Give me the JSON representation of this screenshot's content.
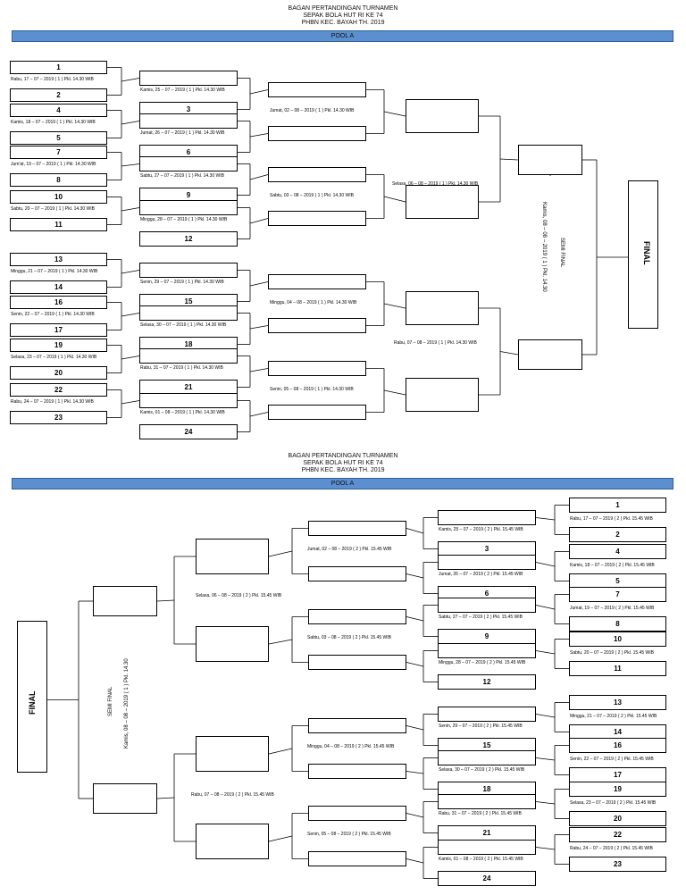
{
  "header_top": {
    "line1": "BAGAN PERTANDINGAN TURNAMEN",
    "line2": "SEPAK BOLA HUT RI KE 74",
    "line3": "PHBN KEC. BAYAH TH. 2019",
    "pool": "POOL A"
  },
  "header_bottom": {
    "line1": "BAGAN PERTANDINGAN TURNAMEN",
    "line2": "SEPAK BOLA HUT RI KE 74",
    "line3": "PHBN KEC. BAYAH TH. 2019",
    "pool": "POOL A"
  },
  "top": {
    "round1": [
      {
        "a": "1",
        "b": "2",
        "date": "Rabu, 17 – 07 – 2019 ( 1 ) Pkl. 14.30 WIB"
      },
      {
        "a": "4",
        "b": "5",
        "date": "Kamis, 18 – 07 – 2019 ( 1 ) Pkl. 14.30 WIB"
      },
      {
        "a": "7",
        "b": "8",
        "date": "Jum'at, 19 – 07 – 2019 ( 1 ) Pkl. 14.30 WIB"
      },
      {
        "a": "10",
        "b": "11",
        "date": "Sabtu, 20 – 07 – 2019 ( 1 ) Pkl. 14.30 WIB"
      },
      {
        "a": "13",
        "b": "14",
        "date": "Minggu, 21 – 07 – 2019 ( 1 ) Pkl. 14.30 WIB"
      },
      {
        "a": "16",
        "b": "17",
        "date": "Senin, 22 – 07 – 2019 ( 1 ) Pkl. 14.30 WIB"
      },
      {
        "a": "19",
        "b": "20",
        "date": "Selasa, 23 – 07 – 2019 ( 1 ) Pkl. 14.30 WIB"
      },
      {
        "a": "22",
        "b": "23",
        "date": "Rabu, 24 – 07 – 2019 ( 1 ) Pkl. 14.30 WIB"
      }
    ],
    "round2": [
      {
        "n": "3",
        "date": "Kamis, 25 – 07 – 2019 ( 1 ) Pkl. 14.30 WIB"
      },
      {
        "n": "6",
        "date": "Jumat, 26 – 07 – 2019 ( 1 ) Pkl. 14.30 WIB"
      },
      {
        "n": "9",
        "date": "Sabtu, 27 – 07 – 2019 ( 1 ) Pkl. 14.30 WIB"
      },
      {
        "n": "12",
        "date": "Minggu, 28 – 07 – 2019 ( 1 ) Pkl. 14.30 WIB"
      },
      {
        "n": "15",
        "date": "Senin, 29 – 07 – 2019 ( 1 ) Pkl. 14.30 WIB"
      },
      {
        "n": "18",
        "date": "Selasa, 30 – 07 – 2019 ( 1 ) Pkl. 14.30 WIB"
      },
      {
        "n": "21",
        "date": "Rabu, 31 – 07 – 2019 ( 1 ) Pkl. 14.30 WIB"
      },
      {
        "n": "24",
        "date": "Kamis, 01 – 08 – 2019 ( 1 ) Pkl. 14.30 WIB"
      }
    ],
    "round3": [
      "Jumat, 02 – 08 – 2019 ( 1 ) Pkl. 14.30 WIB",
      "Sabtu, 03 – 08 – 2019 ( 1 ) Pkl. 14.30 WIB",
      "Minggu, 04 – 08 – 2019 ( 1 ) Pkl. 14.30 WIB",
      "Senin, 05 – 08 – 2019 ( 1 ) Pkl. 14.30 WIB"
    ],
    "round4": [
      "Selasa, 06 – 08 – 2019 ( 1 ) Pkl. 14.30 WIB",
      "Rabu, 07 – 08 – 2019 ( 1 ) Pkl. 14.30 WIB"
    ],
    "semi_label": "SEMI FINAL",
    "semi_date": "Kamis, 08 – 08 – 2019 ( 1 ) Pkl. 14.30",
    "final": "FINAL"
  },
  "bottom": {
    "round1": [
      {
        "a": "1",
        "b": "2",
        "date": "Rabu, 17 – 07 – 2019 ( 2 ) Pkl. 15.45 WIB"
      },
      {
        "a": "4",
        "b": "5",
        "date": "Kamis, 18 – 07 – 2019 ( 2 ) Pkl. 15.45 WIB"
      },
      {
        "a": "7",
        "b": "8",
        "date": "Jumat, 19 – 07 – 2019 ( 2 ) Pkl. 15.45 WIB"
      },
      {
        "a": "10",
        "b": "11",
        "date": "Sabtu, 20 – 07 – 2019 ( 2 ) Pkl. 15.45 WIB"
      },
      {
        "a": "13",
        "b": "14",
        "date": "Minggu, 21 – 07 – 2019 ( 2 ) Pkl. 15.45 WIB"
      },
      {
        "a": "16",
        "b": "17",
        "date": "Senin, 22 – 07 – 2019 ( 2 ) Pkl. 15.45 WIB"
      },
      {
        "a": "19",
        "b": "20",
        "date": "Selasa, 23 – 07 – 2019 ( 2 ) Pkl. 15.45 WIB"
      },
      {
        "a": "22",
        "b": "23",
        "date": "Rabu, 24 – 07 – 2019 ( 2 ) Pkl. 15.45 WIB"
      }
    ],
    "round2": [
      {
        "n": "3",
        "date": "Kamis, 25 – 07 – 2019 ( 2 ) Pkl. 15.45 WIB"
      },
      {
        "n": "6",
        "date": "Jumat, 26 – 07 – 2019 ( 2 ) Pkl. 15.45 WIB"
      },
      {
        "n": "9",
        "date": "Sabtu, 27 – 07 – 2019 ( 2 ) Pkl. 15.45 WIB"
      },
      {
        "n": "12",
        "date": "Minggu, 28 – 07 – 2019 ( 2 ) Pkl. 15.45 WIB"
      },
      {
        "n": "15",
        "date": "Senin, 29 – 07 – 2019 ( 2 ) Pkl. 15.45 WIB"
      },
      {
        "n": "18",
        "date": "Selasa, 30 – 07 – 2019 ( 2 ) Pkl. 15.45 WIB"
      },
      {
        "n": "21",
        "date": "Rabu, 31 – 07 – 2019 ( 2 ) Pkl. 15.45 WIB"
      },
      {
        "n": "24",
        "date": "Kamis, 01 – 08 – 2019 ( 2 ) Pkl. 15.45 WIB"
      }
    ],
    "round3": [
      "Jumat, 02 – 08 – 2019 ( 2 ) Pkl. 15.45 WIB",
      "Sabtu, 03 – 08 – 2019 ( 2 ) Pkl. 15.45 WIB",
      "Minggu, 04 – 08 – 2019 ( 2 ) Pkl. 15.45 WIB",
      "Senin, 05 – 08 – 2019 ( 2 ) Pkl. 15.45 WIB"
    ],
    "round4": [
      "Selasa, 06 – 08 – 2019 ( 2 ) Pkl. 15.45 WIB",
      "Rabu, 07 – 08 – 2019 ( 2 ) Pkl. 15.45 WIB"
    ],
    "semi_label": "SEMI FINAL",
    "semi_date": "Kamis, 08 – 08 – 2019 ( 1 ) Pkl. 14.30",
    "final": "FINAL"
  }
}
